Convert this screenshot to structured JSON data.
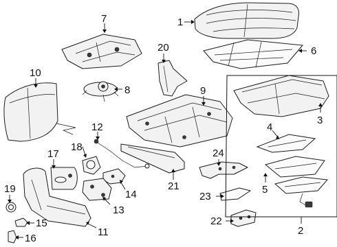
{
  "diagram": {
    "callouts": [
      {
        "id": "1",
        "label": "1"
      },
      {
        "id": "2",
        "label": "2"
      },
      {
        "id": "3",
        "label": "3"
      },
      {
        "id": "4",
        "label": "4"
      },
      {
        "id": "5",
        "label": "5"
      },
      {
        "id": "6",
        "label": "6"
      },
      {
        "id": "7",
        "label": "7"
      },
      {
        "id": "8",
        "label": "8"
      },
      {
        "id": "9",
        "label": "9"
      },
      {
        "id": "10",
        "label": "10"
      },
      {
        "id": "11",
        "label": "11"
      },
      {
        "id": "12",
        "label": "12"
      },
      {
        "id": "13",
        "label": "13"
      },
      {
        "id": "14",
        "label": "14"
      },
      {
        "id": "15",
        "label": "15"
      },
      {
        "id": "16",
        "label": "16"
      },
      {
        "id": "17",
        "label": "17"
      },
      {
        "id": "18",
        "label": "18"
      },
      {
        "id": "19",
        "label": "19"
      },
      {
        "id": "20",
        "label": "20"
      },
      {
        "id": "21",
        "label": "21"
      },
      {
        "id": "22",
        "label": "22"
      },
      {
        "id": "23",
        "label": "23"
      },
      {
        "id": "24",
        "label": "24"
      }
    ]
  }
}
